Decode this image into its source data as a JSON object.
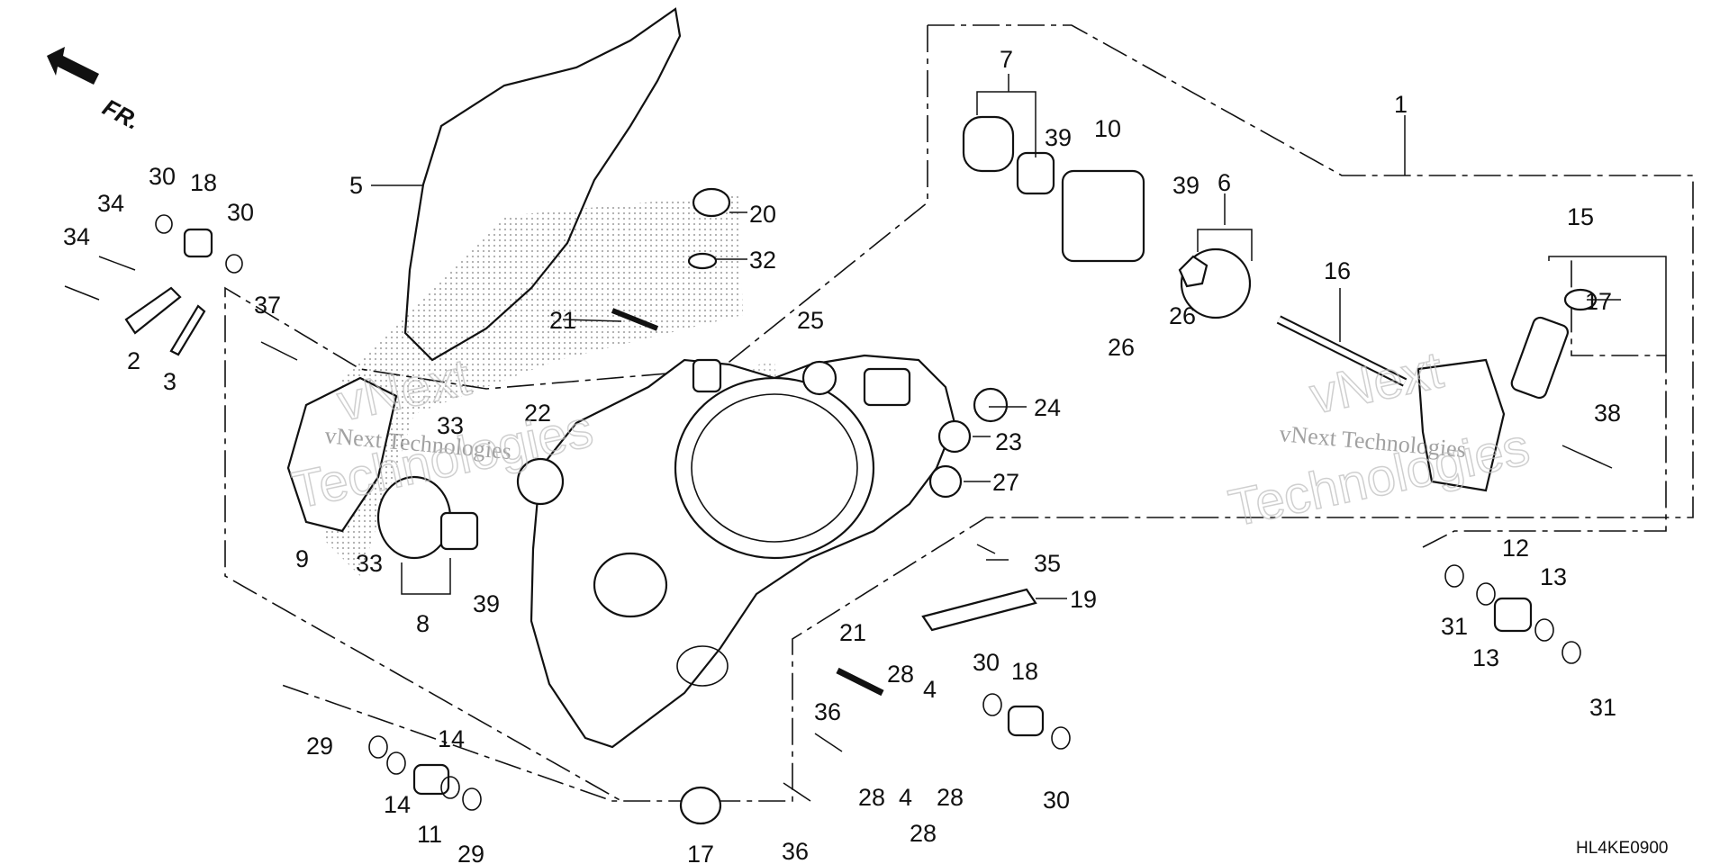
{
  "diagram": {
    "callouts": [
      "1",
      "2",
      "3",
      "4",
      "4",
      "5",
      "6",
      "7",
      "8",
      "9",
      "10",
      "11",
      "12",
      "13",
      "13",
      "14",
      "14",
      "15",
      "16",
      "17",
      "17",
      "18",
      "18",
      "19",
      "20",
      "21",
      "21",
      "22",
      "23",
      "24",
      "25",
      "26",
      "26",
      "27",
      "28",
      "28",
      "28",
      "28",
      "29",
      "29",
      "30",
      "30",
      "30",
      "30",
      "31",
      "31",
      "32",
      "33",
      "33",
      "34",
      "34",
      "35",
      "36",
      "36",
      "37",
      "38",
      "39",
      "39",
      "39"
    ],
    "direction_label": "FR.",
    "diagram_code": "HL4KE0900",
    "watermark": {
      "small": "vNext Technologies",
      "big_top": "vNext",
      "big_bottom": "Technologies"
    }
  }
}
